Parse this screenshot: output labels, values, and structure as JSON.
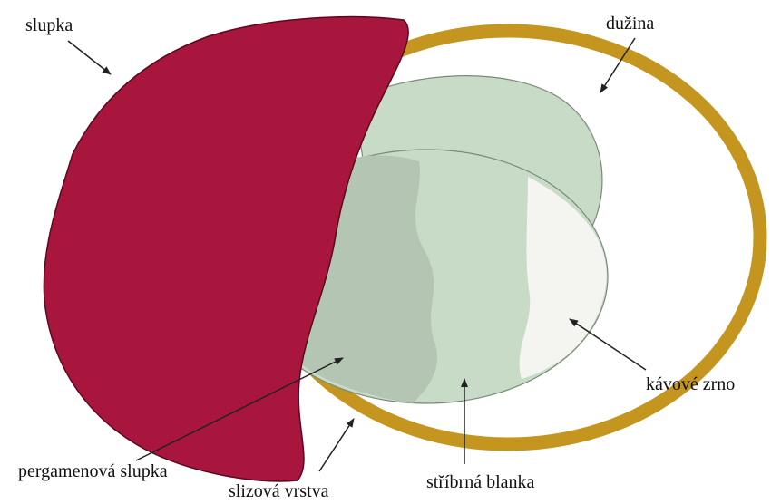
{
  "labels": {
    "skin": "slupka",
    "pulp": "dužina",
    "bean": "kávové zrno",
    "parchment": "pergamenová slupka",
    "mucilage": "slizová vrstva",
    "silver_skin": "stříbrná blanka"
  },
  "colors": {
    "skin": "#A8153D",
    "pulp": "#C4961F",
    "silver_skin": "#C7DBC6",
    "parchment": "#B5C5B3",
    "bean": "#F4F4F1",
    "mucilage": "#FFFFFF",
    "outline": "#555555",
    "arrow": "#222222"
  }
}
